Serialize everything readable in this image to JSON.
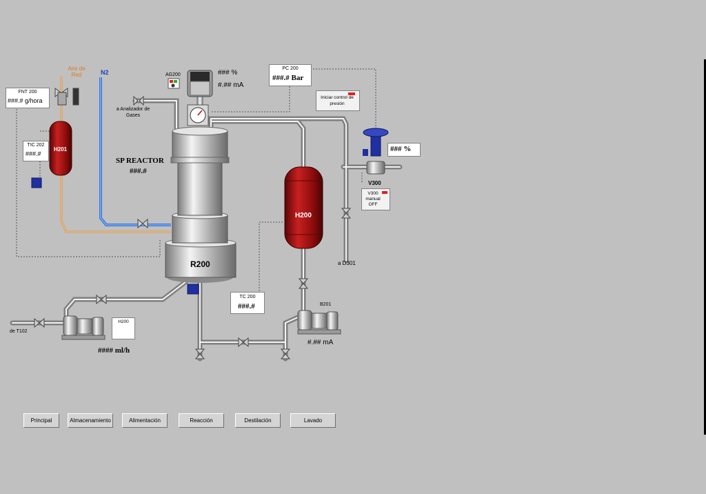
{
  "colors": {
    "background": "#c0c0c0",
    "vessel_red": "#a01010",
    "pipe_steel": "#c8c8c8",
    "air_line": "#d49a5a",
    "n2_line": "#3a78d8",
    "valve_blue": "#2030a0",
    "indicator_red": "#e02020",
    "indicator_green": "#20b020"
  },
  "instruments": {
    "fnt200": {
      "tag": "FNT 200",
      "value": "###.# g/hora"
    },
    "tic202": {
      "tag": "TIC 202",
      "value": "###.#"
    },
    "ag200": {
      "tag": "AG200",
      "speed": "### %",
      "current": "#.## mA"
    },
    "pc200": {
      "tag": "PC 200",
      "value": "###.# Bar"
    },
    "tc200": {
      "tag": "TC 200",
      "value": "###.#"
    },
    "v300": {
      "tag": "V300",
      "opening": "### %"
    },
    "b201": {
      "tag": "B201",
      "current": "#.## mA"
    },
    "h200_pump": {
      "tag": "H200",
      "flow": "#### ml/h"
    }
  },
  "labels": {
    "aire_de_red": "Aire de Red",
    "n2": "N2",
    "analizador": "a Analizador de Gases",
    "sp_reactor": "SP REACTOR",
    "sp_value": "###.#",
    "h201": "H201",
    "h200": "H200",
    "r200": "R200",
    "a_d301": "a D301",
    "de_t102": "de T102"
  },
  "controls": {
    "iniciar_presion": "Iniciar control de presión",
    "v300_manual": "V300 manual OFF"
  },
  "nav": {
    "principal": "Principal",
    "almacenamiento": "Almacenamiento",
    "alimentacion": "Alimentación",
    "reaccion": "Reacción",
    "destilacion": "Destilación",
    "lavado": "Lavado"
  },
  "icons": [
    "motor-icon",
    "pressure-gauge-icon",
    "control-valve-icon",
    "pump-icon",
    "manual-valve-icon",
    "status-indicator-icon"
  ]
}
